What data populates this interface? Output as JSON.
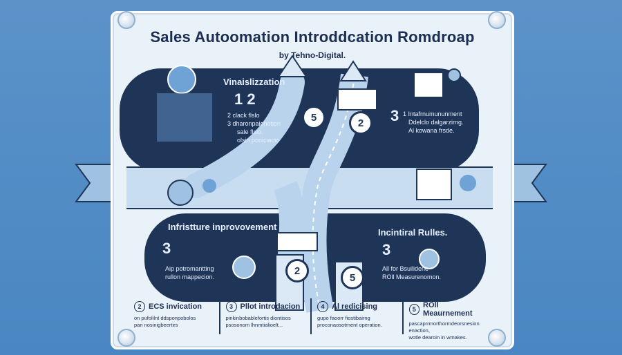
{
  "header": {
    "title": "Sales Autoomation  Introddcation Romdroap",
    "byline": "by Tehno-Digital."
  },
  "panels": {
    "top_left": {
      "heading": "Vinaislizzation",
      "number_glyphs": "1 2",
      "lines": [
        "2  clack flslo",
        "3  dharonpaionotion",
        "sale flslo.",
        "olsin poniciacto"
      ]
    },
    "top_right": {
      "number": "3",
      "lines": [
        "1  Intafrnumununment",
        "Ddelclo dalgarzirng.",
        "Al kowana frsde."
      ]
    },
    "bottom_left": {
      "heading": "Infristture inprovovement",
      "number": "3",
      "lines": [
        "Aip potromantting",
        "rullon mappecion."
      ]
    },
    "bottom_right": {
      "heading": "Incintiral Rulles.",
      "number": "3",
      "lines": [
        "All for Bsuilidene",
        "ROll Measurenomon."
      ]
    }
  },
  "roadmap_steps": [
    {
      "number": "5"
    },
    {
      "number": "2"
    },
    {
      "number": "2"
    },
    {
      "number": "5"
    }
  ],
  "footer": [
    {
      "number": "2",
      "title": "ECS invication",
      "desc": [
        "on pufolilnt ddsponpobolos",
        "pari nosinigbeertirs"
      ]
    },
    {
      "number": "3",
      "title": "Pllot introdacion",
      "desc": [
        "pinkinbobablefortis diontisos",
        "psosonom lhnmtialioelt..."
      ]
    },
    {
      "number": "4",
      "title": "Al redicising",
      "desc": [
        "gupo faoorr fiostibairng",
        "proconaosotrnent operation."
      ]
    },
    {
      "number": "5",
      "title": "ROll Meaurnement",
      "desc": [
        "pascaprrmorthormdeorsnesion enaction,",
        "wotle dearoin in wmakes."
      ]
    }
  ],
  "colors": {
    "background": "#4a86c2",
    "board": "#e9f1f9",
    "dark_panel": "#1f3558",
    "road": "#b9d3ec",
    "accent_text": "#1c2f52"
  }
}
